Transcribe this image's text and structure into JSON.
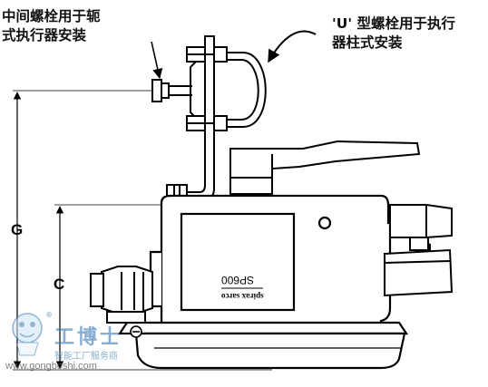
{
  "labels": {
    "center_bolt_line1": "中间螺栓用于轭",
    "center_bolt_line2": "式执行器安装",
    "u_bolt_line1": "'U' 型螺栓用于执行",
    "u_bolt_line2": "器柱式安装"
  },
  "dimensions": {
    "g": "G",
    "c": "C"
  },
  "nameplate": {
    "model": "SP600",
    "brand": "spirax sarco"
  },
  "watermark": {
    "title": "工博士",
    "subtitle": "智能工厂服务商",
    "url": "www.gongboshi.com",
    "mark": "®"
  },
  "colors": {
    "outline": "#000000",
    "background": "#ffffff",
    "watermark": "#3a78b8"
  }
}
